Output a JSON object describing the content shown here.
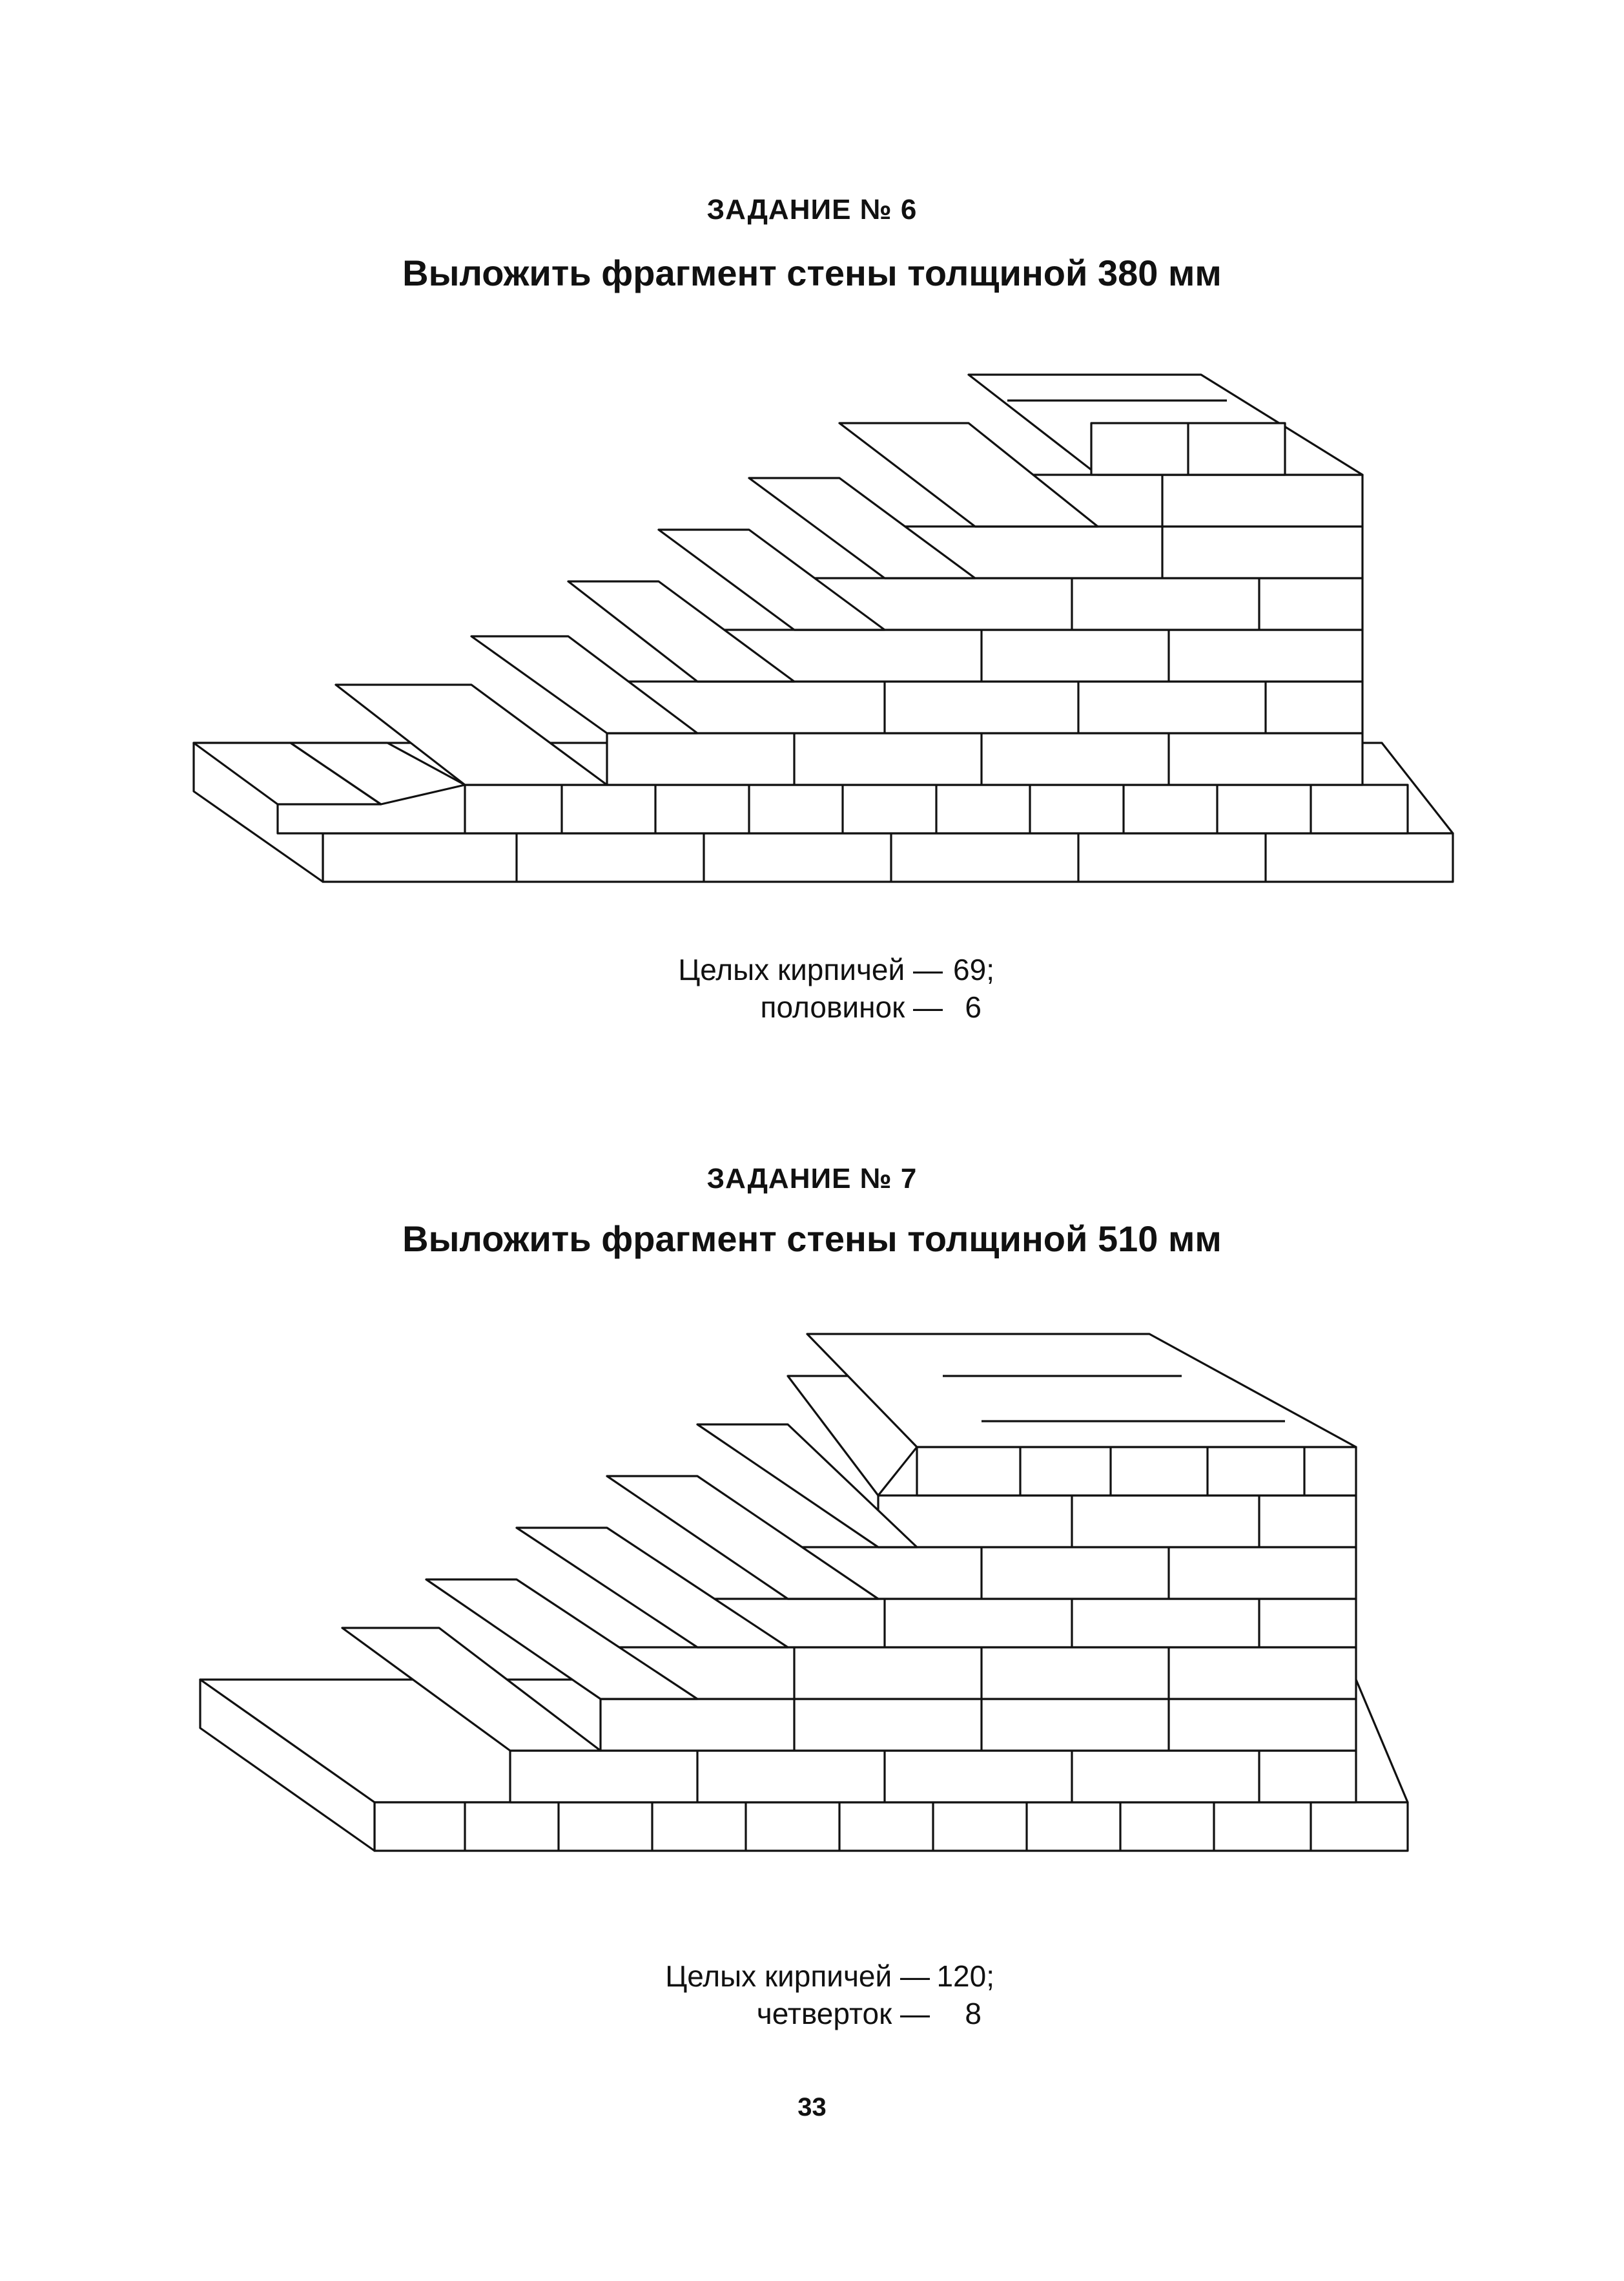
{
  "task6": {
    "heading": "ЗАДАНИЕ № 6",
    "title": "Выложить фрагмент стены толщиной 380 мм",
    "counts": [
      {
        "label": "Целых кирпичей —",
        "value": "69;"
      },
      {
        "label": "половинок —",
        "value": "6"
      }
    ]
  },
  "task7": {
    "heading": "ЗАДАНИЕ № 7",
    "title": "Выложить фрагмент стены толщиной 510 мм",
    "counts": [
      {
        "label": "Целых кирпичей —",
        "value": "120;"
      },
      {
        "label": "четверток —",
        "value": "8"
      }
    ]
  },
  "page_number": "33"
}
